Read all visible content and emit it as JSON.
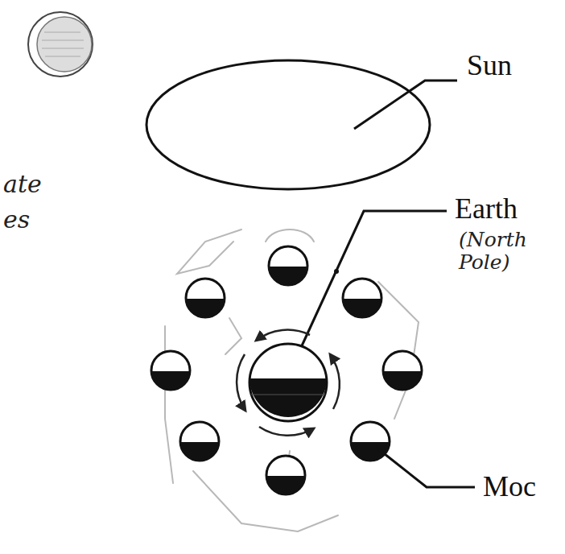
{
  "diagram": {
    "labels": [
      "Sun",
      "Earth",
      "(North Pole)",
      "Moc",
      "ate",
      "es"
    ]
  }
}
